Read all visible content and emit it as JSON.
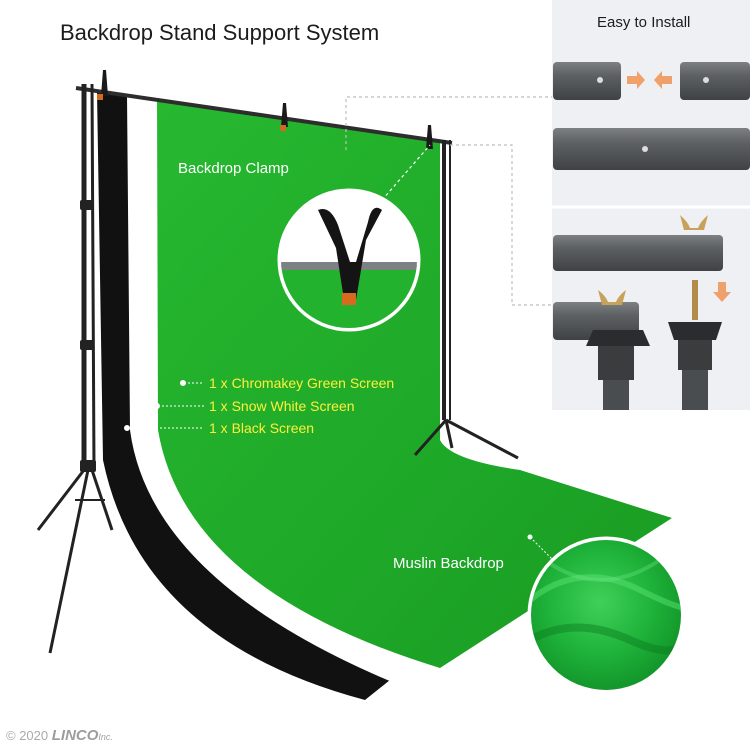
{
  "title": "Backdrop Stand Support System",
  "install_panel": {
    "title": "Easy to Install"
  },
  "callouts": {
    "clamp": "Backdrop Clamp",
    "muslin": "Muslin Backdrop"
  },
  "screens": [
    {
      "label": "1 x  Chromakey Green Screen",
      "color": "#1fb028"
    },
    {
      "label": "1 x  Snow White Screen",
      "color": "#ffffff"
    },
    {
      "label": "1 x  Black Screen",
      "color": "#111111"
    }
  ],
  "copyright": {
    "prefix": "© 2020 ",
    "brand": "LINCO",
    "suffix": "Inc."
  },
  "colors": {
    "label_yellow": "#ffef3a",
    "green": "#1fb028",
    "panel_bg": "#eef0f4",
    "pipe": "#5d6063"
  }
}
